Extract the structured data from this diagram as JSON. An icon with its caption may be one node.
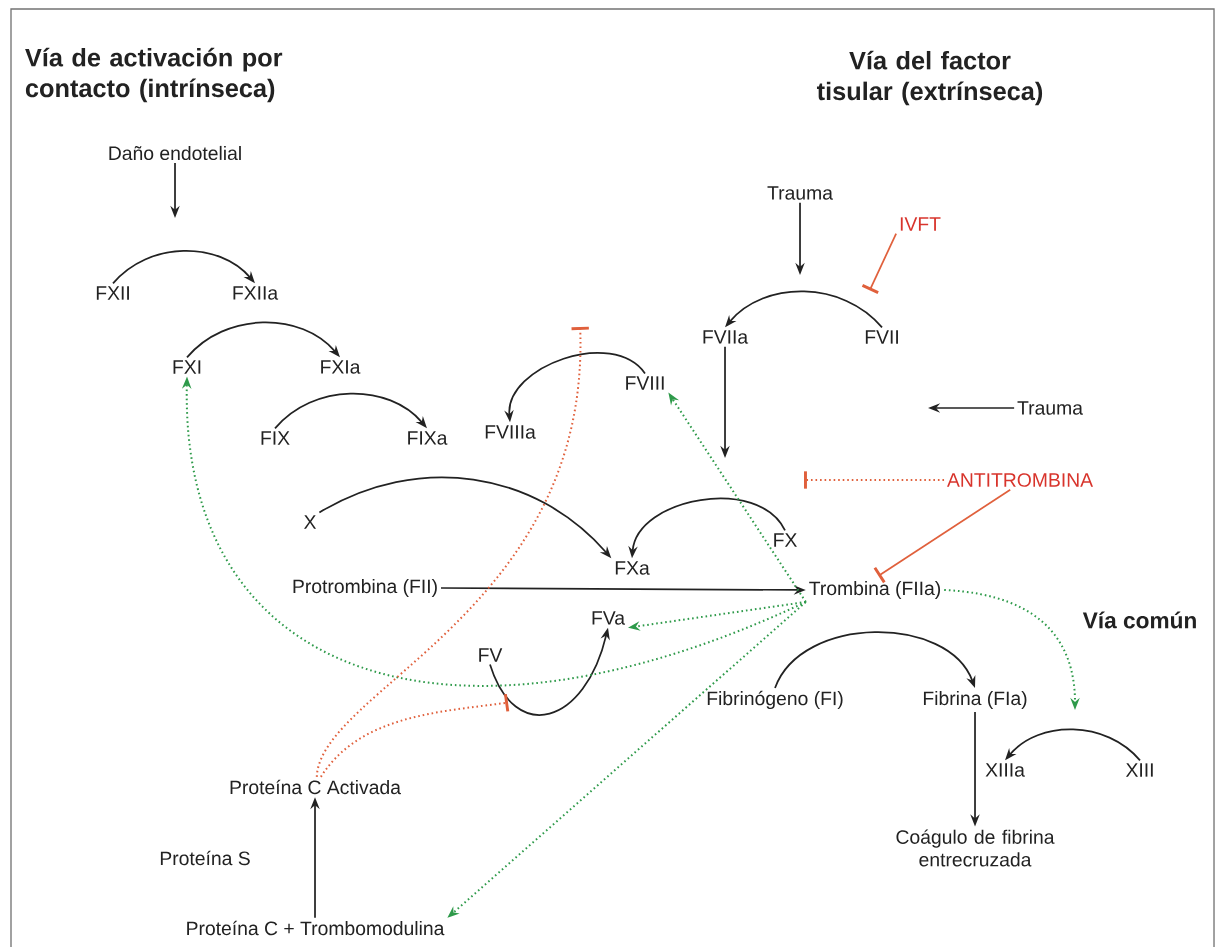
{
  "diagram": {
    "nodes": [
      {
        "text": [
          "Daño endotelial"
        ]
      },
      {
        "text": [
          "FXII"
        ]
      },
      {
        "text": [
          "FXIIa"
        ]
      },
      {
        "text": [
          "FXI"
        ]
      },
      {
        "text": [
          "FXIa"
        ]
      },
      {
        "text": [
          "FIX"
        ]
      },
      {
        "text": [
          "FIXa"
        ]
      },
      {
        "text": [
          "FVIIIa"
        ]
      },
      {
        "text": [
          "FVIII"
        ]
      },
      {
        "text": [
          "Trauma"
        ]
      },
      {
        "text": [
          "IVFT"
        ]
      },
      {
        "text": [
          "FVIIa"
        ]
      },
      {
        "text": [
          "FVII"
        ]
      },
      {
        "text": [
          "Trauma"
        ]
      },
      {
        "text": [
          "ANTITROMBINA"
        ]
      },
      {
        "text": [
          "X"
        ]
      },
      {
        "text": [
          "FX"
        ]
      },
      {
        "text": [
          "FXa"
        ]
      },
      {
        "text": [
          "Protrombina (FII)"
        ]
      },
      {
        "text": [
          "Trombina (FIIa)"
        ]
      },
      {
        "text": [
          "FVa"
        ]
      },
      {
        "text": [
          "FV"
        ]
      },
      {
        "text": [
          "Fibrinógeno (FI)"
        ]
      },
      {
        "text": [
          "Fibrina (FIa)"
        ]
      },
      {
        "text": [
          "XIIIa"
        ]
      },
      {
        "text": [
          "XIII"
        ]
      },
      {
        "text": [
          "Coágulo de fibrina entrecruzada"
        ]
      },
      {
        "text": [
          "Proteína C Activada"
        ]
      },
      {
        "text": [
          "Proteína S"
        ]
      },
      {
        "text": [
          "Proteína C + Trombomodulina"
        ]
      }
    ],
    "edges": [
      {
        "from": 0,
        "to": null,
        "arrow": "to"
      },
      {
        "from": 1,
        "to": 2,
        "arrow": "to"
      },
      {
        "from": 3,
        "to": 4,
        "arrow": "to"
      },
      {
        "from": 5,
        "to": 6,
        "arrow": "to"
      },
      {
        "from": 8,
        "to": 7,
        "arrow": "to"
      },
      {
        "from": 9,
        "to": null,
        "arrow": "to"
      },
      {
        "from": 10,
        "to": null,
        "arrow": "other",
        "color": "#e0603c"
      },
      {
        "from": 12,
        "to": 11,
        "arrow": "to"
      },
      {
        "from": 11,
        "to": null,
        "arrow": "to"
      },
      {
        "from": 13,
        "to": null,
        "arrow": "to"
      },
      {
        "from": 14,
        "to": null,
        "arrow": "other",
        "style": "dashed",
        "color": "#e0603c"
      },
      {
        "from": 14,
        "to": 19,
        "arrow": "other",
        "color": "#e0603c"
      },
      {
        "from": 15,
        "to": 17,
        "arrow": "to"
      },
      {
        "from": 16,
        "to": 17,
        "arrow": "to"
      },
      {
        "from": 18,
        "to": 19,
        "arrow": "to"
      },
      {
        "from": 21,
        "to": 20,
        "arrow": "to"
      },
      {
        "from": 22,
        "to": 23,
        "arrow": "to"
      },
      {
        "from": 25,
        "to": 24,
        "arrow": "to"
      },
      {
        "from": 23,
        "to": 26,
        "arrow": "to"
      },
      {
        "from": 29,
        "to": 27,
        "arrow": "to"
      },
      {
        "from": 19,
        "to": 3,
        "arrow": "to",
        "style": "dashed",
        "color": "#2e9a4a"
      },
      {
        "from": 19,
        "to": 8,
        "arrow": "to",
        "style": "dashed",
        "color": "#2e9a4a"
      },
      {
        "from": 19,
        "to": 20,
        "arrow": "to",
        "style": "dashed",
        "color": "#2e9a4a"
      },
      {
        "from": 19,
        "to": 29,
        "arrow": "to",
        "style": "dashed",
        "color": "#2e9a4a"
      },
      {
        "from": 19,
        "to": null,
        "arrow": "to",
        "style": "dashed",
        "color": "#2e9a4a"
      },
      {
        "from": 27,
        "to": null,
        "arrow": "other",
        "style": "dashed",
        "color": "#e0603c"
      },
      {
        "from": 27,
        "to": null,
        "arrow": "other",
        "style": "dashed",
        "color": "#e0603c"
      }
    ],
    "labels": [
      "Vía de activación por contacto (intrínseca)",
      "Vía del factor tisular (extrínseca)",
      "Vía común"
    ]
  }
}
